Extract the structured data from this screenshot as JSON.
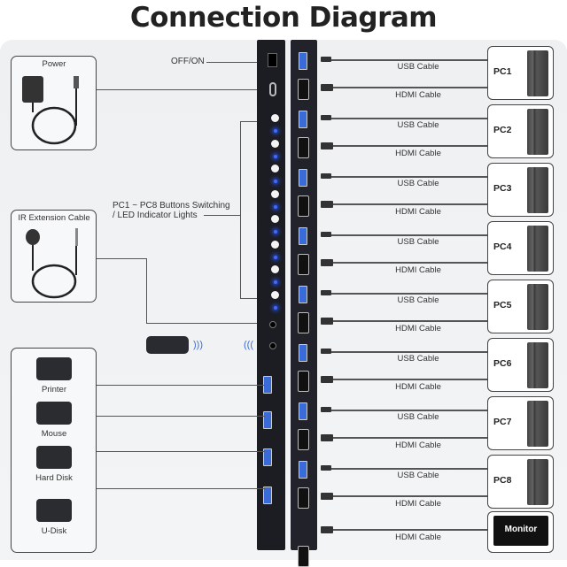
{
  "title": "Connection Diagram",
  "labels": {
    "off_on": "OFF/ON",
    "buttons": "PC1 ~ PC8 Buttons Switching",
    "leds": "/ LED Indicator Lights"
  },
  "accessories": {
    "power": "Power",
    "ir": "IR Extension Cable"
  },
  "peripherals": [
    "Printer",
    "Mouse",
    "Hard Disk",
    "U-Disk"
  ],
  "cables": {
    "usb": "USB Cable",
    "hdmi": "HDMI Cable"
  },
  "pcs": [
    "PC1",
    "PC2",
    "PC3",
    "PC4",
    "PC5",
    "PC6",
    "PC7",
    "PC8"
  ],
  "monitor": "Monitor",
  "colors": {
    "led": "#3d6cff",
    "usb_port": "#3a6cd9",
    "panel": "#1c1d22"
  }
}
